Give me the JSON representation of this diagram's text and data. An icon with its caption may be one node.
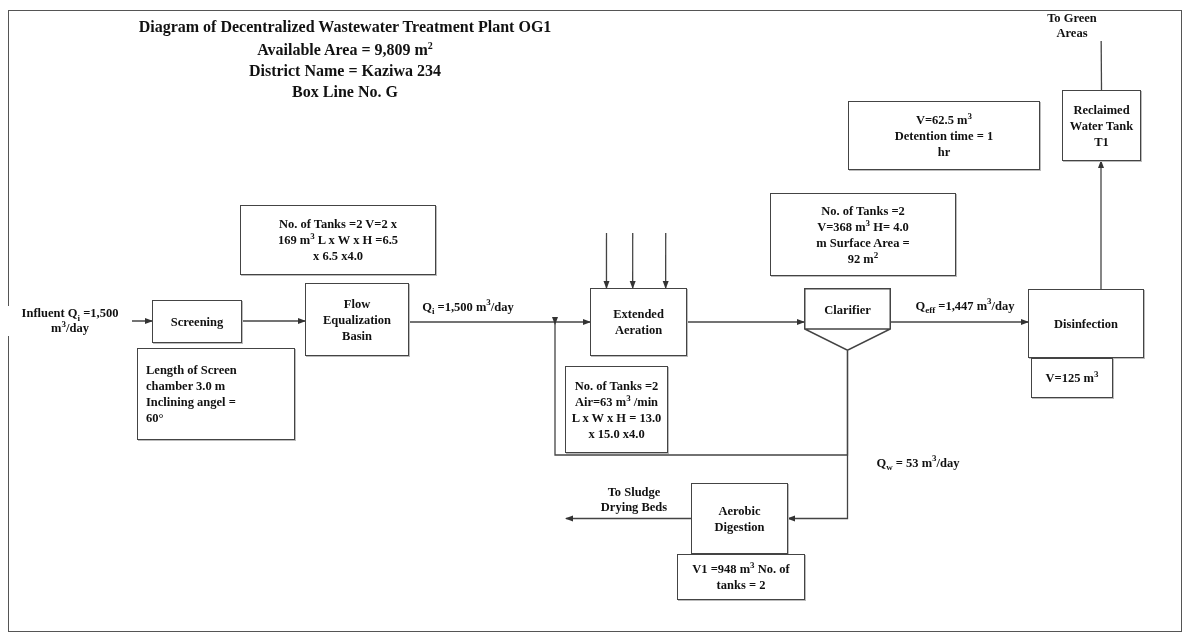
{
  "diagram": {
    "title": "Diagram of Decentralized Wastewater Treatment Plant OG1",
    "labels": [
      "Available Area = 9,809 m$^{2}$",
      "District Name = Kaziwa 234",
      "Box Line No. G"
    ],
    "nodes": [
      {
        "text": [
          "Screening"
        ]
      },
      {
        "text": [
          "Flow Equalization Basin"
        ]
      },
      {
        "text": [
          "Extended Aeration"
        ]
      },
      {
        "text": [
          "Clarifier"
        ]
      },
      {
        "text": [
          "Disinfection"
        ]
      },
      {
        "text": [
          "Reclaimed Water Tank T1"
        ]
      },
      {
        "text": [
          "Aerobic Digestion"
        ]
      },
      {
        "text": [
          "Length of Screen chamber 3.0 m Inclining angel = 60°"
        ]
      },
      {
        "text": [
          "No. of Tanks =2 V=2 x 169 m$^{3}$ L x W x H =6.5 x 6.5 x4.0"
        ]
      },
      {
        "text": [
          "No. of Tanks =2 Air=63 m$^{3}$ /min L x W x H = 13.0 x 15.0 x4.0"
        ]
      },
      {
        "text": [
          "No. of Tanks =2 V=368 m$^{3}$ H= 4.0 m Surface Area = 92 m$^{2}$"
        ]
      },
      {
        "text": [
          "V=125 m$^{3}$"
        ]
      },
      {
        "text": [
          "V=62.5 m$^{3}$ Detention time = 1 hr"
        ]
      },
      {
        "text": [
          "V1 =948 m$^{3}$ No. of tanks = 2"
        ]
      }
    ],
    "edges": [
      {
        "from": null,
        "to": 0,
        "arrow": "to",
        "label": "Influent Q$_{i}$ =1,500 m$^{3}$/day"
      },
      {
        "from": 0,
        "to": 1,
        "arrow": "to"
      },
      {
        "from": 1,
        "to": 2,
        "arrow": "to",
        "label": "Q$_{i}$ =1,500 m$^{3}$/day"
      },
      {
        "from": 2,
        "to": 3,
        "arrow": "to"
      },
      {
        "from": 3,
        "to": 4,
        "arrow": "to",
        "label": "Q$_{eff}$ =1,447 m$^{3}$/day"
      },
      {
        "from": 4,
        "to": 5,
        "arrow": "to"
      },
      {
        "from": 5,
        "to": null,
        "arrow": "to",
        "label": "To Green Areas"
      },
      {
        "from": 3,
        "to": 2,
        "arrow": "to"
      },
      {
        "from": 3,
        "to": 6,
        "arrow": "to",
        "label": "Q$_{w}$ = 53 m$^{3}$/day"
      },
      {
        "from": 6,
        "to": null,
        "arrow": "to",
        "label": "To Sludge Drying Beds"
      },
      {
        "from": null,
        "to": 2,
        "arrow": "to"
      },
      {
        "from": null,
        "to": 2,
        "arrow": "to"
      },
      {
        "from": null,
        "to": 2,
        "arrow": "to"
      }
    ]
  }
}
